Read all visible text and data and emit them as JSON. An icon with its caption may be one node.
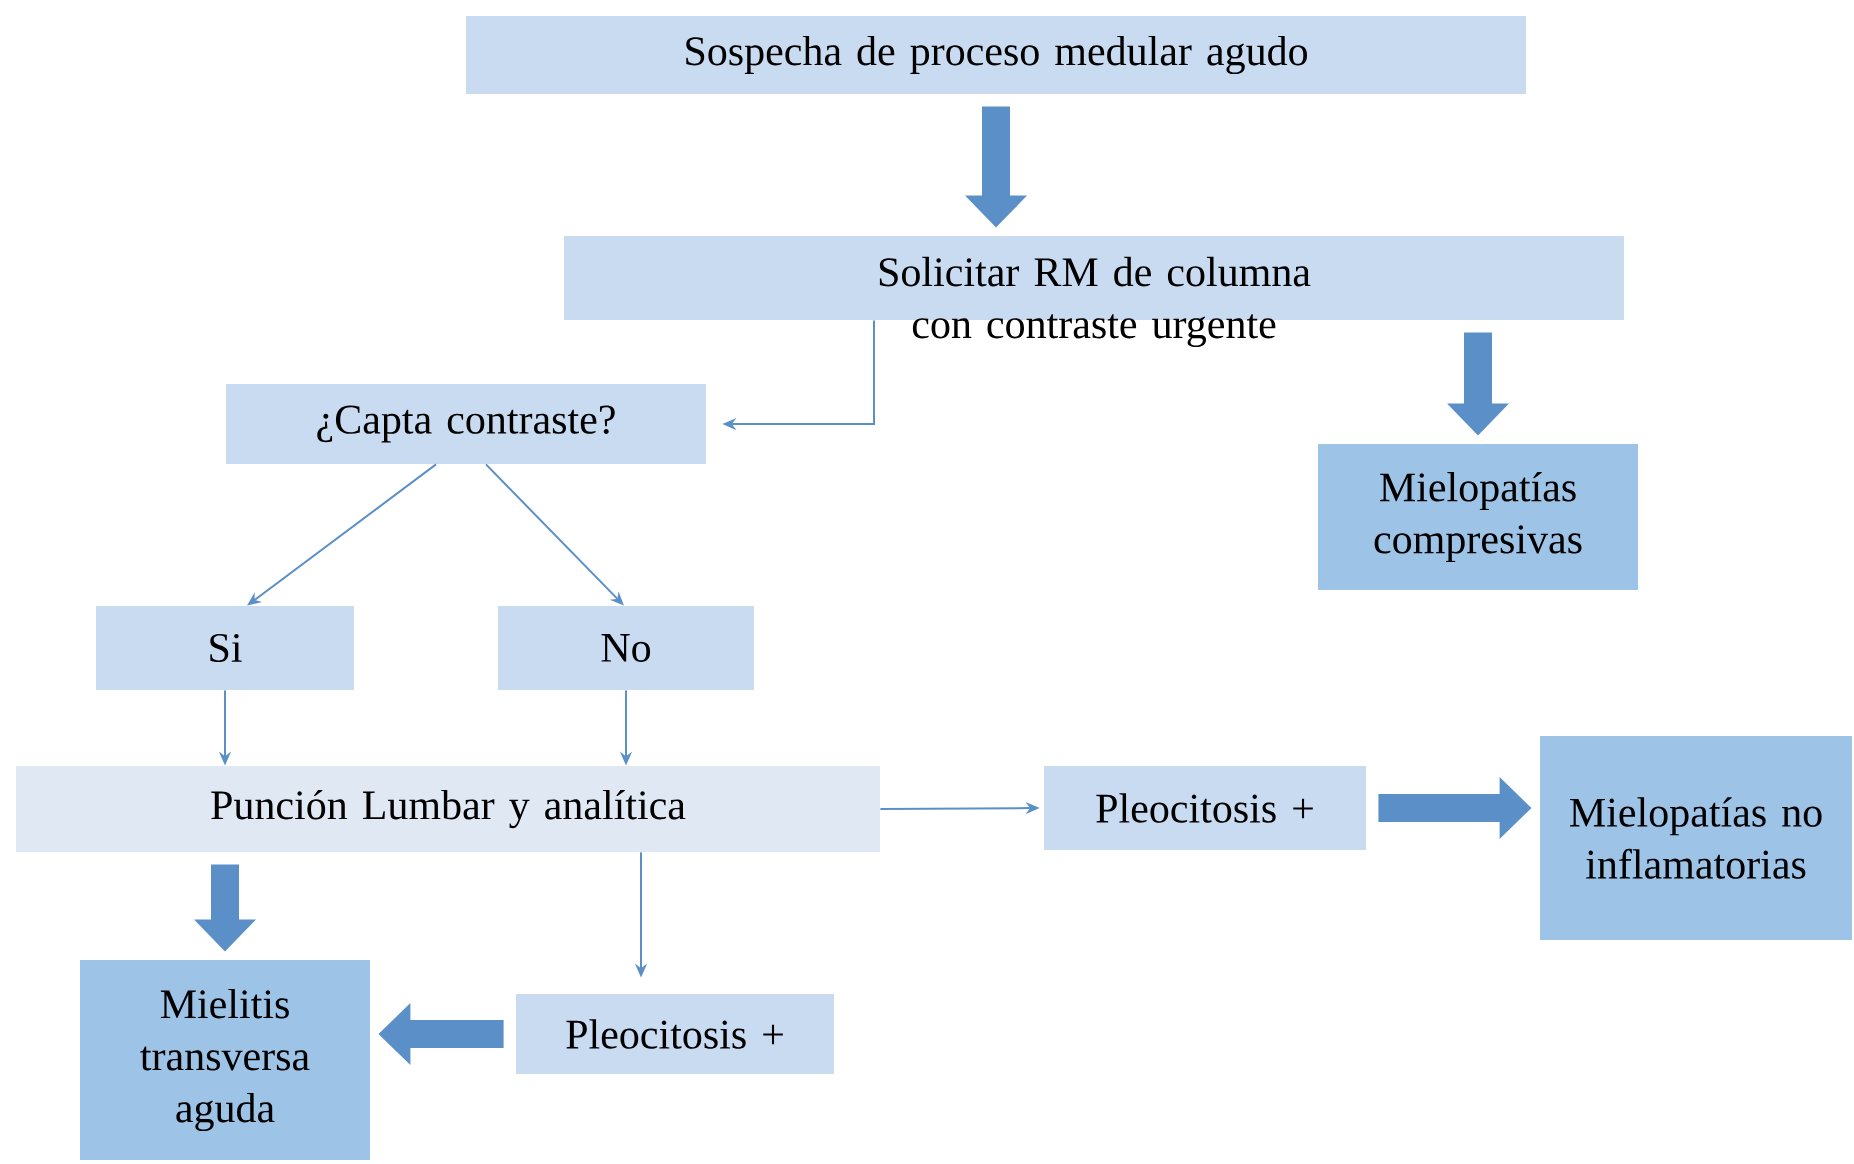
{
  "diagram": {
    "nodes": [
      {
        "text": [
          "Sospecha de proceso medular agudo"
        ]
      },
      {
        "text": [
          "Solicitar RM de columna con contraste urgente"
        ]
      },
      {
        "text": [
          "¿Capta contraste?"
        ]
      },
      {
        "text": [
          "Mielopatías compresivas"
        ]
      },
      {
        "text": [
          "Si"
        ]
      },
      {
        "text": [
          "No"
        ]
      },
      {
        "text": [
          "Punción Lumbar y analítica"
        ]
      },
      {
        "text": [
          "Pleocitosis +"
        ]
      },
      {
        "text": [
          "Mielopatías no inflamatorias"
        ]
      },
      {
        "text": [
          "Pleocitosis +"
        ]
      },
      {
        "text": [
          "Mielitis transversa aguda"
        ]
      }
    ],
    "edges": [
      {
        "from": 0,
        "to": 1,
        "arrow": "to",
        "style": "thick"
      },
      {
        "from": 1,
        "to": 2,
        "arrow": "to"
      },
      {
        "from": 1,
        "to": 3,
        "arrow": "to",
        "style": "thick"
      },
      {
        "from": 2,
        "to": 4,
        "arrow": "to"
      },
      {
        "from": 2,
        "to": 5,
        "arrow": "to"
      },
      {
        "from": 4,
        "to": 6,
        "arrow": "to"
      },
      {
        "from": 5,
        "to": 6,
        "arrow": "to"
      },
      {
        "from": 6,
        "to": 7,
        "arrow": "to"
      },
      {
        "from": 7,
        "to": 8,
        "arrow": "to",
        "style": "thick"
      },
      {
        "from": 6,
        "to": 10,
        "arrow": "to",
        "style": "thick"
      },
      {
        "from": 6,
        "to": 9,
        "arrow": "to"
      },
      {
        "from": 9,
        "to": 10,
        "arrow": "to",
        "style": "thick"
      }
    ]
  }
}
